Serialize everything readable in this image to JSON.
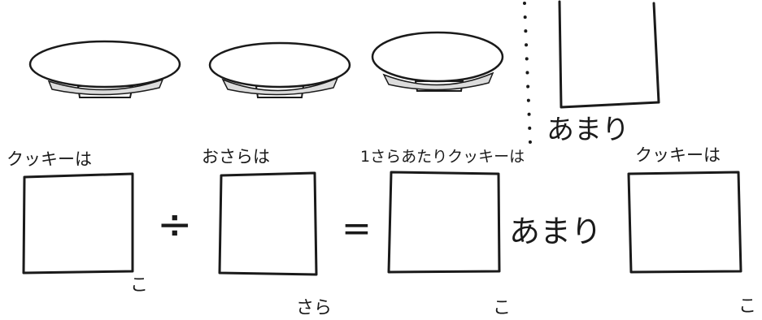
{
  "top_row": {
    "plates": [
      {
        "name": "plate-1"
      },
      {
        "name": "plate-2"
      },
      {
        "name": "plate-3"
      }
    ],
    "remainder_label": "あまり"
  },
  "equation": {
    "cookies_label": "クッキーは",
    "plates_label": "おさらは",
    "per_plate_label": "1さらあたりクッキーは",
    "remainder_cookies_label": "クッキーは",
    "divide_symbol": "÷",
    "equals_symbol": "=",
    "remainder_word": "あまり",
    "unit_ko_1": "こ",
    "unit_sara": "さら",
    "unit_ko_2": "こ",
    "unit_ko_3": "こ"
  }
}
